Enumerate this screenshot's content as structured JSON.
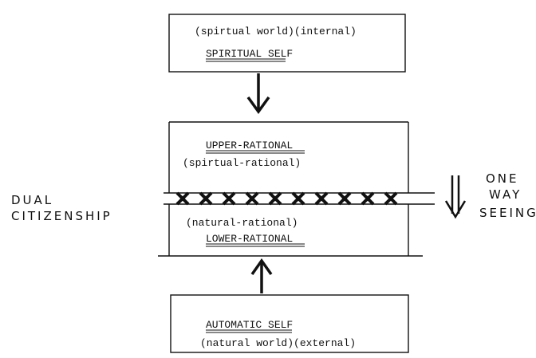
{
  "top_box": {
    "subtitle": "(spirtual world)(internal)",
    "title": "SPIRITUAL SELF"
  },
  "middle_box": {
    "upper_title": "UPPER-RATIONAL",
    "upper_subtitle": "(spirtual-rational)",
    "lower_subtitle": "(natural-rational)",
    "lower_title": "LOWER-RATIONAL"
  },
  "bottom_box": {
    "title": "AUTOMATIC SELF",
    "subtitle": "(natural world)(external)"
  },
  "left_label": {
    "line1": "DUAL",
    "line2": "CITIZENSHIP"
  },
  "right_label": {
    "line1": "ONE",
    "line2": "WAY",
    "line3": "SEEING"
  }
}
